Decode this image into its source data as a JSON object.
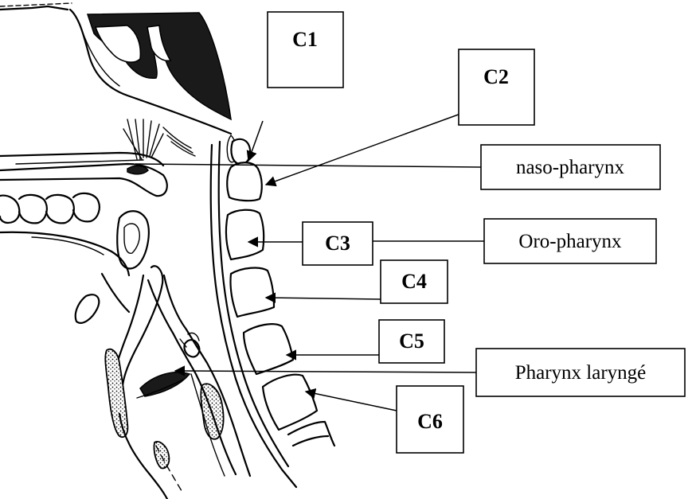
{
  "labels": {
    "c1": "C1",
    "c2": "C2",
    "c3": "C3",
    "c4": "C4",
    "c5": "C5",
    "c6": "C6",
    "nasopharynx": "naso-pharynx",
    "oropharynx": "Oro-pharynx",
    "laryngopharynx": "Pharynx laryngé"
  },
  "colors": {
    "ink": "#000000",
    "background": "#ffffff",
    "hatched_fill": "#1a1a1a"
  }
}
